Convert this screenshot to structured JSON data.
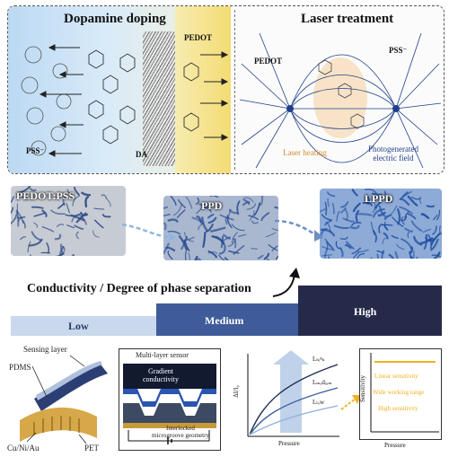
{
  "top_panel": {
    "left_title": "Dopamine doping",
    "right_title": "Laser treatment",
    "labels": {
      "pedot_left": "PEDOT",
      "pss_left": "PSS⁻",
      "da": "DA",
      "pedot_right": "PEDOT",
      "pss_right": "PSS⁻",
      "laser_heating": "Laser heating",
      "photogenerated": "Photogenerated\nelectric field"
    }
  },
  "textures": [
    {
      "label": "PEDOT:PSS",
      "bg": "#c7ccd4",
      "fiber": "#2f4a86"
    },
    {
      "label": "PPD",
      "bg": "#aab8cf",
      "fiber": "#2a4d92"
    },
    {
      "label": "LPPD",
      "bg": "#8eaad6",
      "fiber": "#1f4fa0"
    }
  ],
  "conductivity_title": "Conductivity  /  Degree of phase separation",
  "levels": [
    {
      "label": "Low",
      "color": "#c9d8ec",
      "text_color": "#2a3d66"
    },
    {
      "label": "Medium",
      "color": "#3f5b9a",
      "text_color": "#ffffff"
    },
    {
      "label": "High",
      "color": "#262a4a",
      "text_color": "#ffffff"
    }
  ],
  "sensor": {
    "sensing_layer": "Sensing layer",
    "pdms": "PDMS",
    "cu_ni_au": "Cu/Ni/Au",
    "pet": "PET",
    "multi_layer": "Multi-layer sensor",
    "gradient": "Gradient\nconductivity",
    "interlocked": "Interlocked\nmicrogroove geometry"
  },
  "response_chart": {
    "ylabel": "ΔI/I₀",
    "xlabel": "Pressure",
    "series": [
      "Lₕᵢᵍₕ",
      "Lₘₑdᵢᵤₘ",
      "Lₗₒw"
    ]
  },
  "sensitivity_chart": {
    "ylabel": "Sensitivity",
    "xlabel": "Pressure",
    "items": [
      "Linear sensitivity",
      "Wide working range",
      "High sensitivity"
    ],
    "accent": "#f2b01e"
  }
}
